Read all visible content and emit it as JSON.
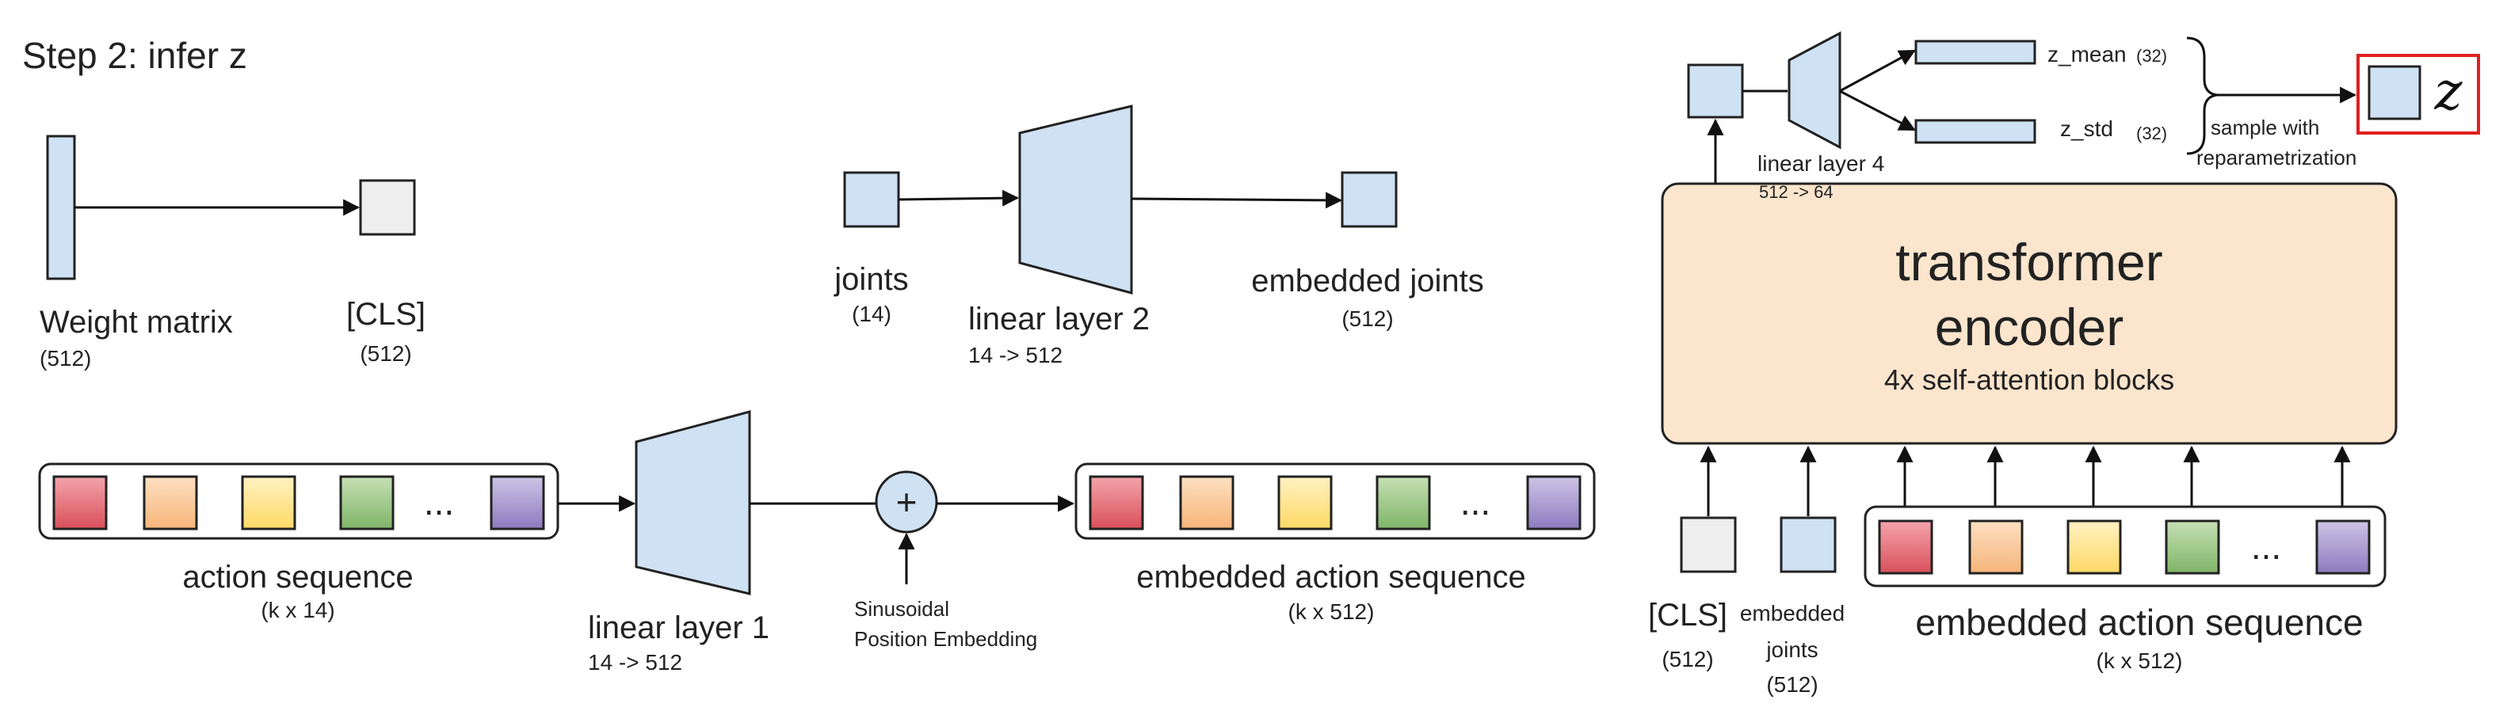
{
  "title": "Step 2: infer z",
  "colors": {
    "blue": "#cfe2f3",
    "gray": "#eeeeee",
    "encoder": "#fce5cd",
    "highlight": "#e02020",
    "token_red": "#e06670",
    "token_orange": "#f9cb9c",
    "token_yellow": "#ffe599",
    "token_green": "#93c47d",
    "token_purple": "#9f8fc9"
  },
  "left": {
    "weight_matrix": {
      "label": "Weight matrix",
      "dim": "(512)"
    },
    "cls": {
      "label": "[CLS]",
      "dim": "(512)"
    },
    "joints": {
      "label": "joints",
      "dim": "(14)"
    },
    "linear2": {
      "label": "linear layer 2",
      "dim": "14 -> 512"
    },
    "embedded_joints": {
      "label": "embedded joints",
      "dim": "(512)"
    },
    "action_seq": {
      "label": "action sequence",
      "dim": "(k x 14)",
      "ellipsis": "..."
    },
    "linear1": {
      "label": "linear layer 1",
      "dim": "14 -> 512"
    },
    "plus": "+",
    "pos_emb": {
      "line1": "Sinusoidal",
      "line2": "Position Embedding"
    },
    "embedded_action": {
      "label": "embedded action sequence",
      "dim": "(k x 512)",
      "ellipsis": "..."
    }
  },
  "right": {
    "encoder": {
      "title1": "transformer",
      "title2": "encoder",
      "sub": "4x self-attention blocks"
    },
    "linear4": {
      "label": "linear layer 4",
      "dim": "512 -> 64"
    },
    "z_mean": {
      "label": "z_mean",
      "dim": "(32)"
    },
    "z_std": {
      "label": "z_std",
      "dim": "(32)"
    },
    "sample": {
      "line1": "sample with",
      "line2": "reparametrization"
    },
    "z": "z",
    "cls": {
      "label": "[CLS]",
      "dim": "(512)"
    },
    "embedded_joints": {
      "line1": "embedded",
      "line2": "joints",
      "dim": "(512)"
    },
    "embedded_action": {
      "label": "embedded action sequence",
      "dim": "(k x 512)",
      "ellipsis": "..."
    }
  }
}
